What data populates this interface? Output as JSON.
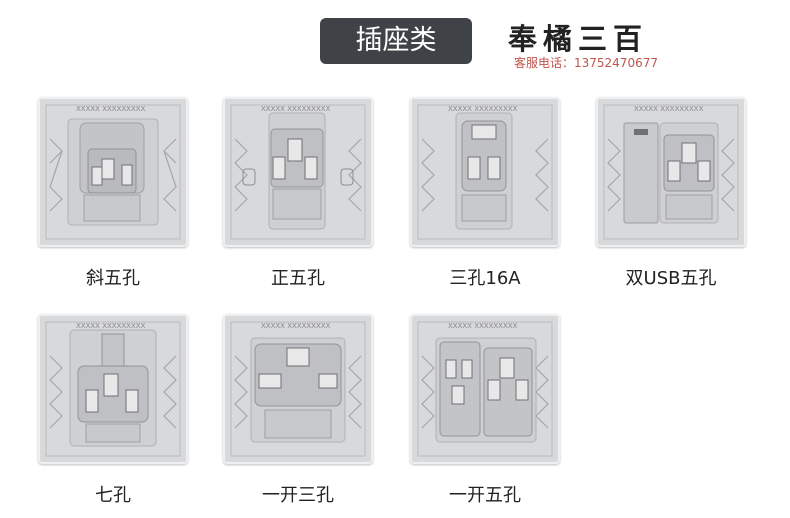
{
  "header": {
    "title": "插座类",
    "brand": "奉橘三百",
    "service": "客服电话：13752470677"
  },
  "products": [
    {
      "label": "斜五孔"
    },
    {
      "label": "正五孔"
    },
    {
      "label": "三孔16A"
    },
    {
      "label": "双USB五孔"
    },
    {
      "label": "七孔"
    },
    {
      "label": "一开三孔"
    },
    {
      "label": "一开五孔"
    }
  ],
  "plate_marking": "XXXXX XXXXXXXXX"
}
